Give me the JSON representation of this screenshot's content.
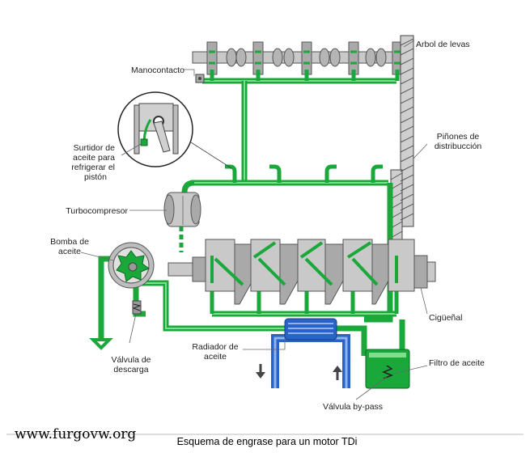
{
  "labels": {
    "arbol_de_levas": "Arbol de levas",
    "manocontacto": "Manocontacto",
    "surtidor_1": "Surtidor de",
    "surtidor_2": "aceite para",
    "surtidor_3": "refrigerar el",
    "surtidor_4": "pistón",
    "pinones_1": "Piñones de",
    "pinones_2": "distribucción",
    "turbocompresor": "Turbocompresor",
    "bomba_1": "Bomba de",
    "bomba_2": "aceite",
    "ciguenal": "Cigüeñal",
    "radiador_1": "Radiador de",
    "radiador_2": "aceite",
    "filtro": "Filtro de aceite",
    "valvula_desc_1": "Válvula de",
    "valvula_desc_2": "descarga",
    "valvula_bypass": "Válvula by-pass"
  },
  "footer": {
    "site": "www.furgovw.org",
    "caption": "Esquema de engrase para un motor TDi"
  },
  "colors": {
    "oil": "#1aa83a",
    "coolant": "#2a63c8",
    "metal": "#c9c9c9"
  }
}
